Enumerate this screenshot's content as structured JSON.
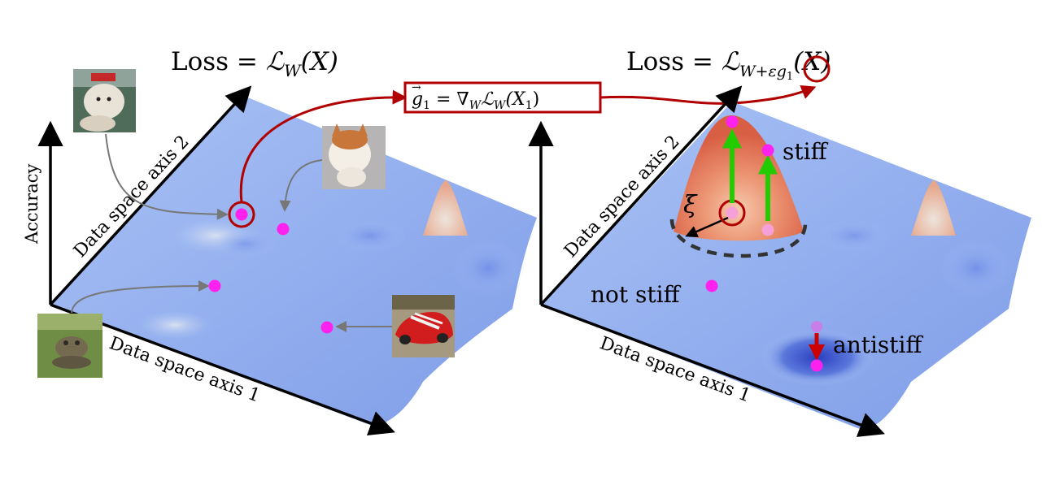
{
  "left_panel": {
    "title_prefix": "Loss = ",
    "title_script": "ℒ",
    "title_sub": "W",
    "title_arg": "(X)",
    "y_axis_label": "Accuracy",
    "axis2_label": "Data space axis 2",
    "axis1_label": "Data space axis 1",
    "thumbnails": [
      "dog",
      "cat",
      "frog",
      "car"
    ]
  },
  "center_box": {
    "text_g": "g",
    "text_g_sub": "1",
    "text_eq": " = ∇",
    "text_nabla_sub": "W",
    "text_L": "ℒ",
    "text_L_sub": "W",
    "text_arg_open": "(X",
    "text_arg_sub": "1",
    "text_arg_close": ")"
  },
  "right_panel": {
    "title_prefix": "Loss = ",
    "title_script": "ℒ",
    "title_sub_a": "W+ε",
    "title_sub_g": "g",
    "title_sub_g_sub": "1",
    "title_arg": "(X)",
    "axis2_label": "Data space axis 2",
    "axis1_label": "Data space axis 1",
    "label_stiff": "stiff",
    "label_not_stiff": "not stiff",
    "label_antistiff": "antistiff",
    "label_xi": "ξ"
  },
  "colors": {
    "surface": "#a9c2f5",
    "surface_dark": "#5f7fe0",
    "peak_red": "#e0704a",
    "point_magenta": "#ff22ee",
    "point_faded": "#f5a0d8",
    "highlight_red": "#b00000",
    "arrow_green": "#22cc00",
    "arrow_red": "#cc0000",
    "dashed_curve": "#333333"
  }
}
